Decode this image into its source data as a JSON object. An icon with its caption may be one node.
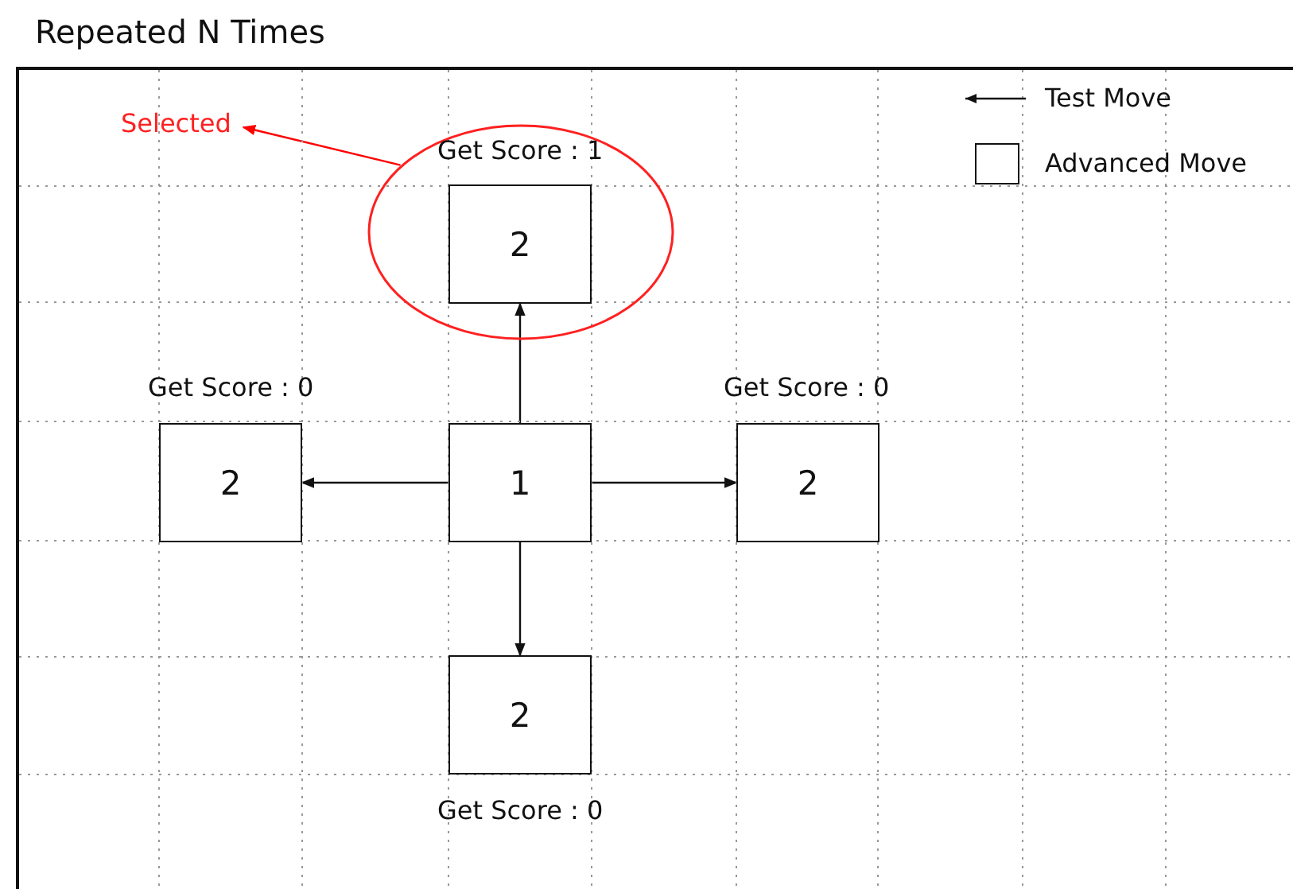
{
  "diagram": {
    "nodes": [
      {
        "text": [
          "Repeated N Times"
        ]
      },
      {
        "text": [
          "Selected"
        ],
        "in": 0
      },
      {
        "text": [],
        "shape": "circle",
        "in": 0
      },
      {
        "text": [
          "2"
        ],
        "beside": [
          "Get Score : 1"
        ],
        "in": 2
      },
      {
        "text": [
          "2"
        ],
        "beside": [
          "Get Score : 0"
        ],
        "in": 0
      },
      {
        "text": [
          "1"
        ],
        "in": 0
      },
      {
        "text": [
          "2"
        ],
        "beside": [
          "Get Score : 0"
        ],
        "in": 0
      },
      {
        "text": [
          "2"
        ],
        "beside": [
          "Get Score : 0"
        ],
        "in": 0
      }
    ],
    "edges": [
      {
        "from": 2,
        "to": 1,
        "arrow": "to",
        "color": "#ff0000"
      },
      {
        "from": 5,
        "to": 3,
        "arrow": "to"
      },
      {
        "from": 5,
        "to": 4,
        "arrow": "to"
      },
      {
        "from": 5,
        "to": 6,
        "arrow": "to"
      },
      {
        "from": 5,
        "to": 7,
        "arrow": "to"
      }
    ],
    "legend": [
      {
        "text": "Test Move"
      },
      {
        "text": "Advanced Move"
      }
    ]
  }
}
